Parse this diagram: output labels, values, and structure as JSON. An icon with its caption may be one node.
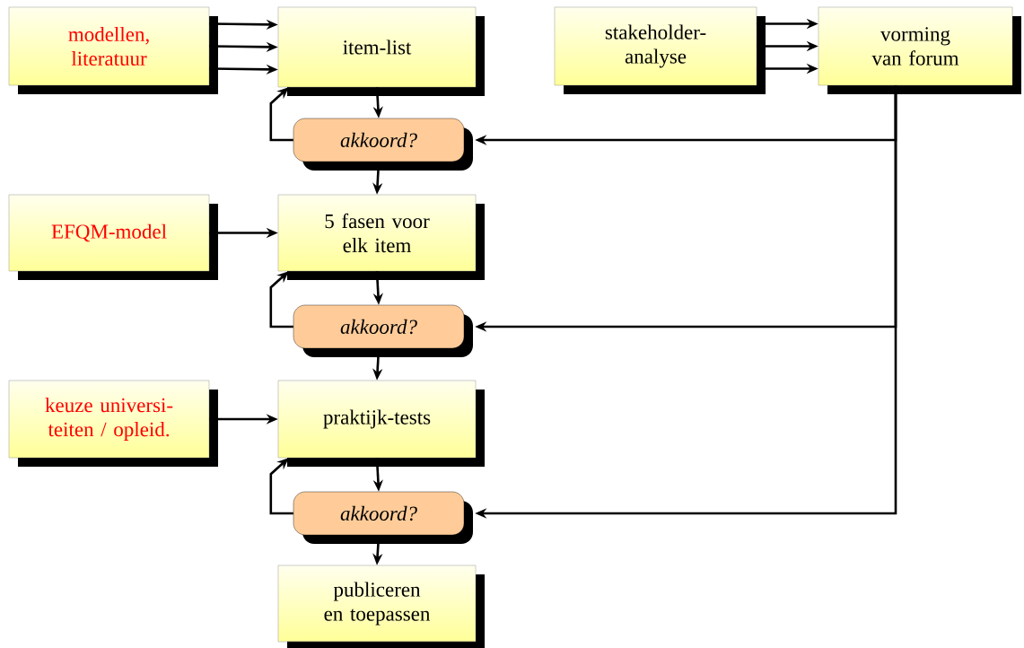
{
  "diagram": {
    "nodes": [
      {
        "text": [
          "modellen, literatuur"
        ]
      },
      {
        "text": [
          "item-list"
        ]
      },
      {
        "text": [
          "stakeholder- analyse"
        ]
      },
      {
        "text": [
          "vorming van forum"
        ]
      },
      {
        "text": [
          "akkoord?"
        ]
      },
      {
        "text": [
          "EFQM-model"
        ]
      },
      {
        "text": [
          "5 fasen voor elk item"
        ]
      },
      {
        "text": [
          "akkoord?"
        ]
      },
      {
        "text": [
          "keuze universi- teiten / opleid."
        ]
      },
      {
        "text": [
          "praktijk-tests"
        ]
      },
      {
        "text": [
          "akkoord?"
        ]
      },
      {
        "text": [
          "publiceren en toepassen"
        ]
      }
    ],
    "edges": [
      {
        "from": 0,
        "to": 1,
        "arrow": "to"
      },
      {
        "from": 0,
        "to": 1,
        "arrow": "to"
      },
      {
        "from": 0,
        "to": 1,
        "arrow": "to"
      },
      {
        "from": 2,
        "to": 3,
        "arrow": "to"
      },
      {
        "from": 2,
        "to": 3,
        "arrow": "to"
      },
      {
        "from": 2,
        "to": 3,
        "arrow": "to"
      },
      {
        "from": 1,
        "to": 4,
        "arrow": "to"
      },
      {
        "from": 4,
        "to": 1,
        "arrow": "to"
      },
      {
        "from": 3,
        "to": 4,
        "arrow": "to"
      },
      {
        "from": 4,
        "to": 6,
        "arrow": "to"
      },
      {
        "from": 5,
        "to": 6,
        "arrow": "to"
      },
      {
        "from": 6,
        "to": 7,
        "arrow": "to"
      },
      {
        "from": 7,
        "to": 6,
        "arrow": "to"
      },
      {
        "from": 3,
        "to": 7,
        "arrow": "to"
      },
      {
        "from": 7,
        "to": 9,
        "arrow": "to"
      },
      {
        "from": 8,
        "to": 9,
        "arrow": "to"
      },
      {
        "from": 9,
        "to": 10,
        "arrow": "to"
      },
      {
        "from": 10,
        "to": 9,
        "arrow": "to"
      },
      {
        "from": 3,
        "to": 10,
        "arrow": "to"
      },
      {
        "from": 10,
        "to": 11,
        "arrow": "to"
      }
    ]
  }
}
